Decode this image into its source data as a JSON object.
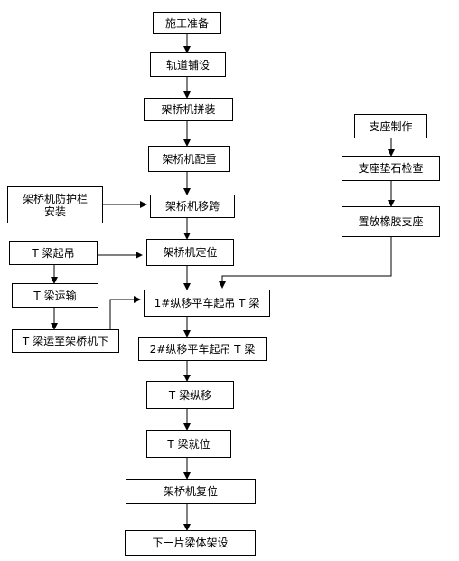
{
  "flowchart": {
    "main": [
      "施工准备",
      "轨道铺设",
      "架桥机拼装",
      "架桥机配重",
      "架桥机移跨",
      "架桥机定位",
      "1#纵移平车起吊 T 梁",
      "2#纵移平车起吊 T 梁",
      "T 梁纵移",
      "T 梁就位",
      "架桥机复位",
      "下一片梁体架设"
    ],
    "left": {
      "guardrail": "架桥机防护栏安装",
      "lift": "T 梁起吊",
      "transport": "T 梁运输",
      "deliver": "T 梁运至架桥机下"
    },
    "right": {
      "support_make": "支座制作",
      "pad_check": "支座垫石检查",
      "place_rubber": "置放橡胶支座"
    }
  }
}
